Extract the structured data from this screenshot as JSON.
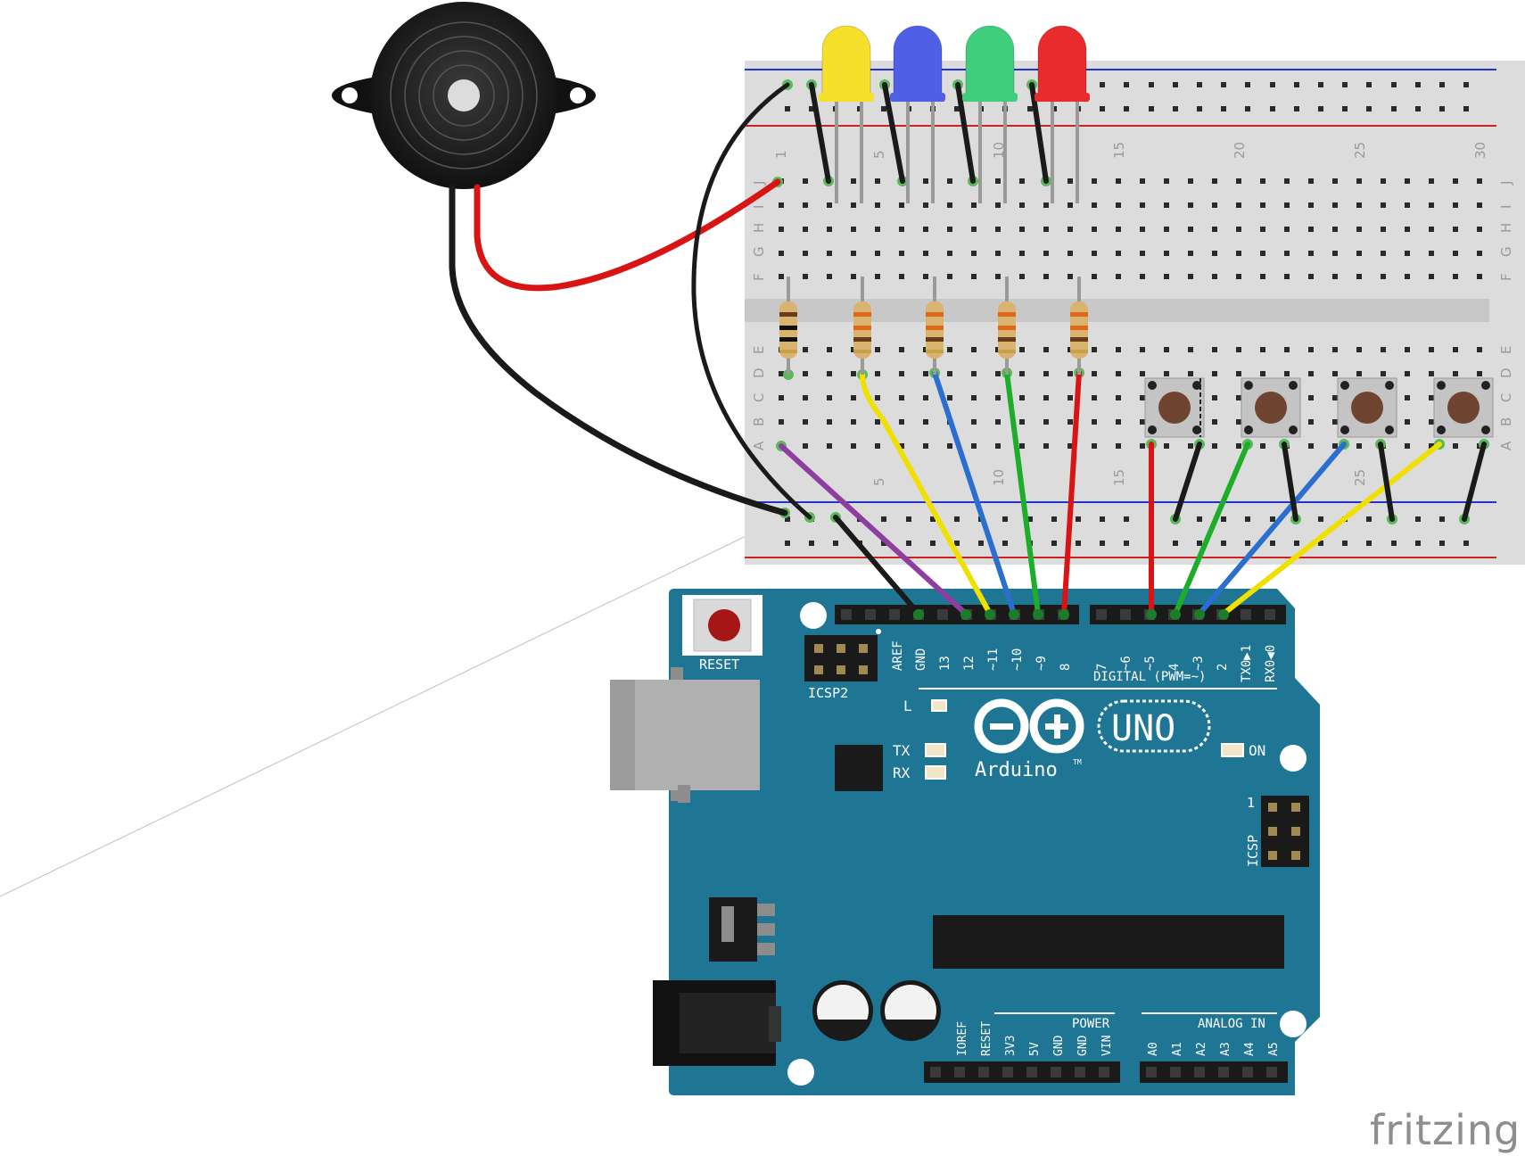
{
  "brand": "fritzing",
  "colors": {
    "board": "#1f7694",
    "breadboard": "#dcdcdc",
    "rail_blue": "#2233cc",
    "rail_red": "#cc2222",
    "wire_black": "#1a1a1a",
    "wire_red": "#d81414",
    "wire_yellow": "#f0e000",
    "wire_blue": "#2a6fd0",
    "wire_green": "#1cae2a",
    "wire_purple": "#8e3da0"
  },
  "breadboard": {
    "column_labels": [
      "1",
      "5",
      "10",
      "15",
      "20",
      "25",
      "30"
    ],
    "row_labels_top": [
      "J",
      "I",
      "H",
      "G",
      "F"
    ],
    "row_labels_bottom": [
      "E",
      "D",
      "C",
      "B",
      "A"
    ]
  },
  "leds": [
    {
      "color": "yellow",
      "hex": "#f7e02a"
    },
    {
      "color": "blue",
      "hex": "#4f5fe6"
    },
    {
      "color": "green",
      "hex": "#3fce7c"
    },
    {
      "color": "red",
      "hex": "#ea2b2b"
    }
  ],
  "board": {
    "reset_label": "RESET",
    "icsp2_label": "ICSP2",
    "icsp_label": "ICSP",
    "icsp_pin1": "1",
    "digital_label": "DIGITAL (PWM=~)",
    "digital_pins_left": [
      "AREF",
      "GND",
      "13",
      "12",
      "~11",
      "~10",
      "~9",
      "8"
    ],
    "digital_pins_right": [
      "7",
      "~6",
      "~5",
      "4",
      "~3",
      "2",
      "TX0▶1",
      "RX0◀0"
    ],
    "led_l": "L",
    "led_tx": "TX",
    "led_rx": "RX",
    "led_on": "ON",
    "uno_label": "UNO",
    "arduino_label": "Arduino",
    "tm": "TM",
    "power_label": "POWER",
    "power_pins": [
      "IOREF",
      "RESET",
      "3V3",
      "5V",
      "GND",
      "GND",
      "VIN"
    ],
    "analog_label": "ANALOG IN",
    "analog_pins": [
      "A0",
      "A1",
      "A2",
      "A3",
      "A4",
      "A5"
    ]
  }
}
